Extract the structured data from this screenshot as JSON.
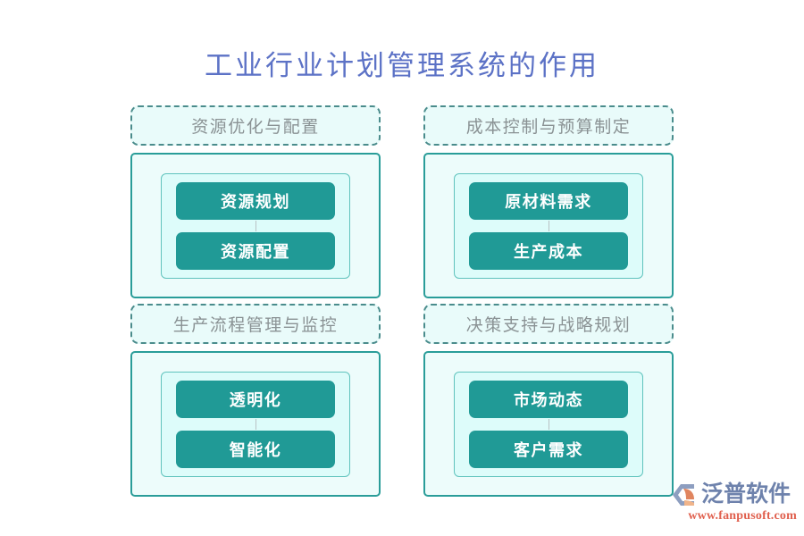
{
  "page": {
    "title": "工业行业计划管理系统的作用",
    "title_color": "#5c72c6",
    "background": "#ffffff"
  },
  "theme": {
    "pill_color": "#209a96",
    "container_border": "#2a9d99",
    "container_fill": "#edfcfb",
    "inner_box_border": "#5fc3bd",
    "inner_box_fill": "#ddfcfa",
    "header_dash_border": "#4a8c8c",
    "header_fill": "#e9fbfa",
    "header_text_color": "#8a9294"
  },
  "quadrants": [
    {
      "header": "资源优化与配置",
      "items": [
        {
          "label": "资源规划"
        },
        {
          "label": "资源配置"
        }
      ]
    },
    {
      "header": "成本控制与预算制定",
      "items": [
        {
          "label": "原材料需求"
        },
        {
          "label": "生产成本"
        }
      ]
    },
    {
      "header": "生产流程管理与监控",
      "items": [
        {
          "label": "透明化"
        },
        {
          "label": "智能化"
        }
      ]
    },
    {
      "header": "决策支持与战略规划",
      "items": [
        {
          "label": "市场动态"
        },
        {
          "label": "客户需求"
        }
      ]
    }
  ],
  "logo": {
    "mark_icon": "fanpu-logo-icon",
    "mark_color_primary": "#8d9ec0",
    "mark_color_accent": "#e0855f",
    "word": "泛普软件",
    "word_color": "#6e82ac",
    "url": "www.fanpusoft.com",
    "url_color": "#e0604e"
  }
}
